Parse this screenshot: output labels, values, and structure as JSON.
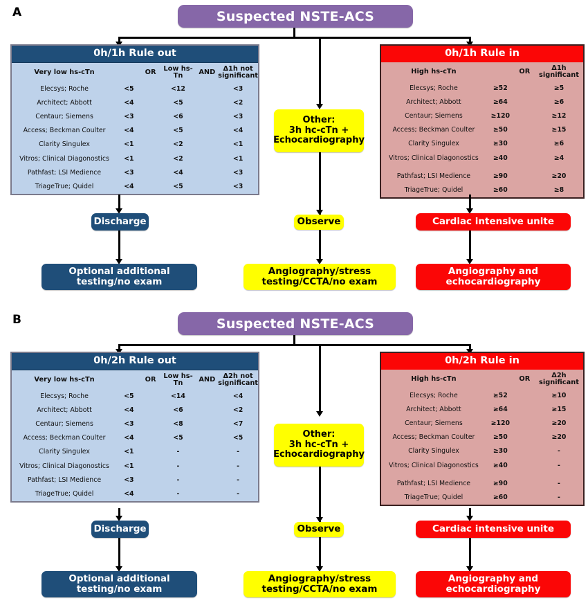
{
  "figure": {
    "panels": [
      {
        "letter": "A",
        "header": "Suspected NSTE-ACS",
        "ruleout": {
          "title": "0h/1h Rule out",
          "headers": [
            "Very low hs-cTn",
            "OR",
            "Low hs-Tn",
            "AND",
            "Δ1h not significant"
          ],
          "rows": [
            {
              "assay": "Elecsys; Roche",
              "verylow": "<5",
              "low": "<12",
              "delta": "<3"
            },
            {
              "assay": "Architect; Abbott",
              "verylow": "<4",
              "low": "<5",
              "delta": "<2"
            },
            {
              "assay": "Centaur; Siemens",
              "verylow": "<3",
              "low": "<6",
              "delta": "<3"
            },
            {
              "assay": "Access; Beckman Coulter",
              "verylow": "<4",
              "low": "<5",
              "delta": "<4"
            },
            {
              "assay": "Clarity Singulex",
              "verylow": "<1",
              "low": "<2",
              "delta": "<1"
            },
            {
              "assay": "Vitros; Clinical Diagonostics",
              "verylow": "<1",
              "low": "<2",
              "delta": "<1"
            },
            {
              "assay": "Pathfast; LSI Medience",
              "verylow": "<3",
              "low": "<4",
              "delta": "<3"
            },
            {
              "assay": "TriageTrue; Quidel",
              "verylow": "<4",
              "low": "<5",
              "delta": "<3"
            }
          ]
        },
        "rulein": {
          "title": "0h/1h Rule in",
          "headers": [
            "High hs-cTn",
            "OR",
            "Δ1h significant"
          ],
          "rows": [
            {
              "assay": "Elecsys; Roche",
              "high": "≥52",
              "delta": "≥5"
            },
            {
              "assay": "Architect; Abbott",
              "high": "≥64",
              "delta": "≥6"
            },
            {
              "assay": "Centaur; Siemens",
              "high": "≥120",
              "delta": "≥12"
            },
            {
              "assay": "Access; Beckman Coulter",
              "high": "≥50",
              "delta": "≥15"
            },
            {
              "assay": "Clarity Singulex",
              "high": "≥30",
              "delta": "≥6"
            },
            {
              "assay": "Vitros; Clinical Diagonostics",
              "high": "≥40",
              "delta": "≥4"
            },
            {
              "assay": "Pathfast; LSI Medience",
              "high": "≥90",
              "delta": "≥20"
            },
            {
              "assay": "TriageTrue; Quidel",
              "high": "≥60",
              "delta": "≥8"
            }
          ]
        },
        "other_box": "Other:\n3h hc-cTn +\nEchocardiography",
        "discharge": "Discharge",
        "observe": "Observe",
        "cardiac": "Cardiac intensive  unite",
        "optional": "Optional additional\ntesting/no exam",
        "angio_stress": "Angiography/stress\ntesting/CCTA/no exam",
        "angio_echo": "Angiography and\nechocardiography"
      },
      {
        "letter": "B",
        "header": "Suspected NSTE-ACS",
        "ruleout": {
          "title": "0h/2h Rule out",
          "headers": [
            "Very low hs-cTn",
            "OR",
            "Low hs-Tn",
            "AND",
            "Δ2h not significant"
          ],
          "rows": [
            {
              "assay": "Elecsys; Roche",
              "verylow": "<5",
              "low": "<14",
              "delta": "<4"
            },
            {
              "assay": "Architect; Abbott",
              "verylow": "<4",
              "low": "<6",
              "delta": "<2"
            },
            {
              "assay": "Centaur; Siemens",
              "verylow": "<3",
              "low": "<8",
              "delta": "<7"
            },
            {
              "assay": "Access; Beckman Coulter",
              "verylow": "<4",
              "low": "<5",
              "delta": "<5"
            },
            {
              "assay": "Clarity Singulex",
              "verylow": "<1",
              "low": "-",
              "delta": "-"
            },
            {
              "assay": "Vitros; Clinical Diagonostics",
              "verylow": "<1",
              "low": "-",
              "delta": "-"
            },
            {
              "assay": "Pathfast; LSI Medience",
              "verylow": "<3",
              "low": "-",
              "delta": "-"
            },
            {
              "assay": "TriageTrue; Quidel",
              "verylow": "<4",
              "low": "-",
              "delta": "-"
            }
          ]
        },
        "rulein": {
          "title": "0h/2h Rule in",
          "headers": [
            "High hs-cTn",
            "OR",
            "Δ2h significant"
          ],
          "rows": [
            {
              "assay": "Elecsys; Roche",
              "high": "≥52",
              "delta": "≥10"
            },
            {
              "assay": "Architect; Abbott",
              "high": "≥64",
              "delta": "≥15"
            },
            {
              "assay": "Centaur; Siemens",
              "high": "≥120",
              "delta": "≥20"
            },
            {
              "assay": "Access; Beckman Coulter",
              "high": "≥50",
              "delta": "≥20"
            },
            {
              "assay": "Clarity Singulex",
              "high": "≥30",
              "delta": "-"
            },
            {
              "assay": "Vitros; Clinical Diagonostics",
              "high": "≥40",
              "delta": "-"
            },
            {
              "assay": "Pathfast; LSI Medience",
              "high": "≥90",
              "delta": "-"
            },
            {
              "assay": "TriageTrue; Quidel",
              "high": "≥60",
              "delta": "-"
            }
          ]
        },
        "other_box": "Other:\n3h hc-cTn +\nEchocardiography",
        "discharge": "Discharge",
        "observe": "Observe",
        "cardiac": "Cardiac intensive  unite",
        "optional": "Optional additional\ntesting/no exam",
        "angio_stress": "Angiography/stress\ntesting/CCTA/no exam",
        "angio_echo": "Angiography and\nechocardiography"
      }
    ]
  },
  "colors": {
    "header_purple": "#8667a8",
    "rule_out_blue": "#1f4e79",
    "rule_out_bg": "#bed2ea",
    "rule_in_red": "#fb0606",
    "rule_in_bg": "#dba5a3",
    "other_yellow": "#ffff00",
    "line_black": "#000000"
  }
}
